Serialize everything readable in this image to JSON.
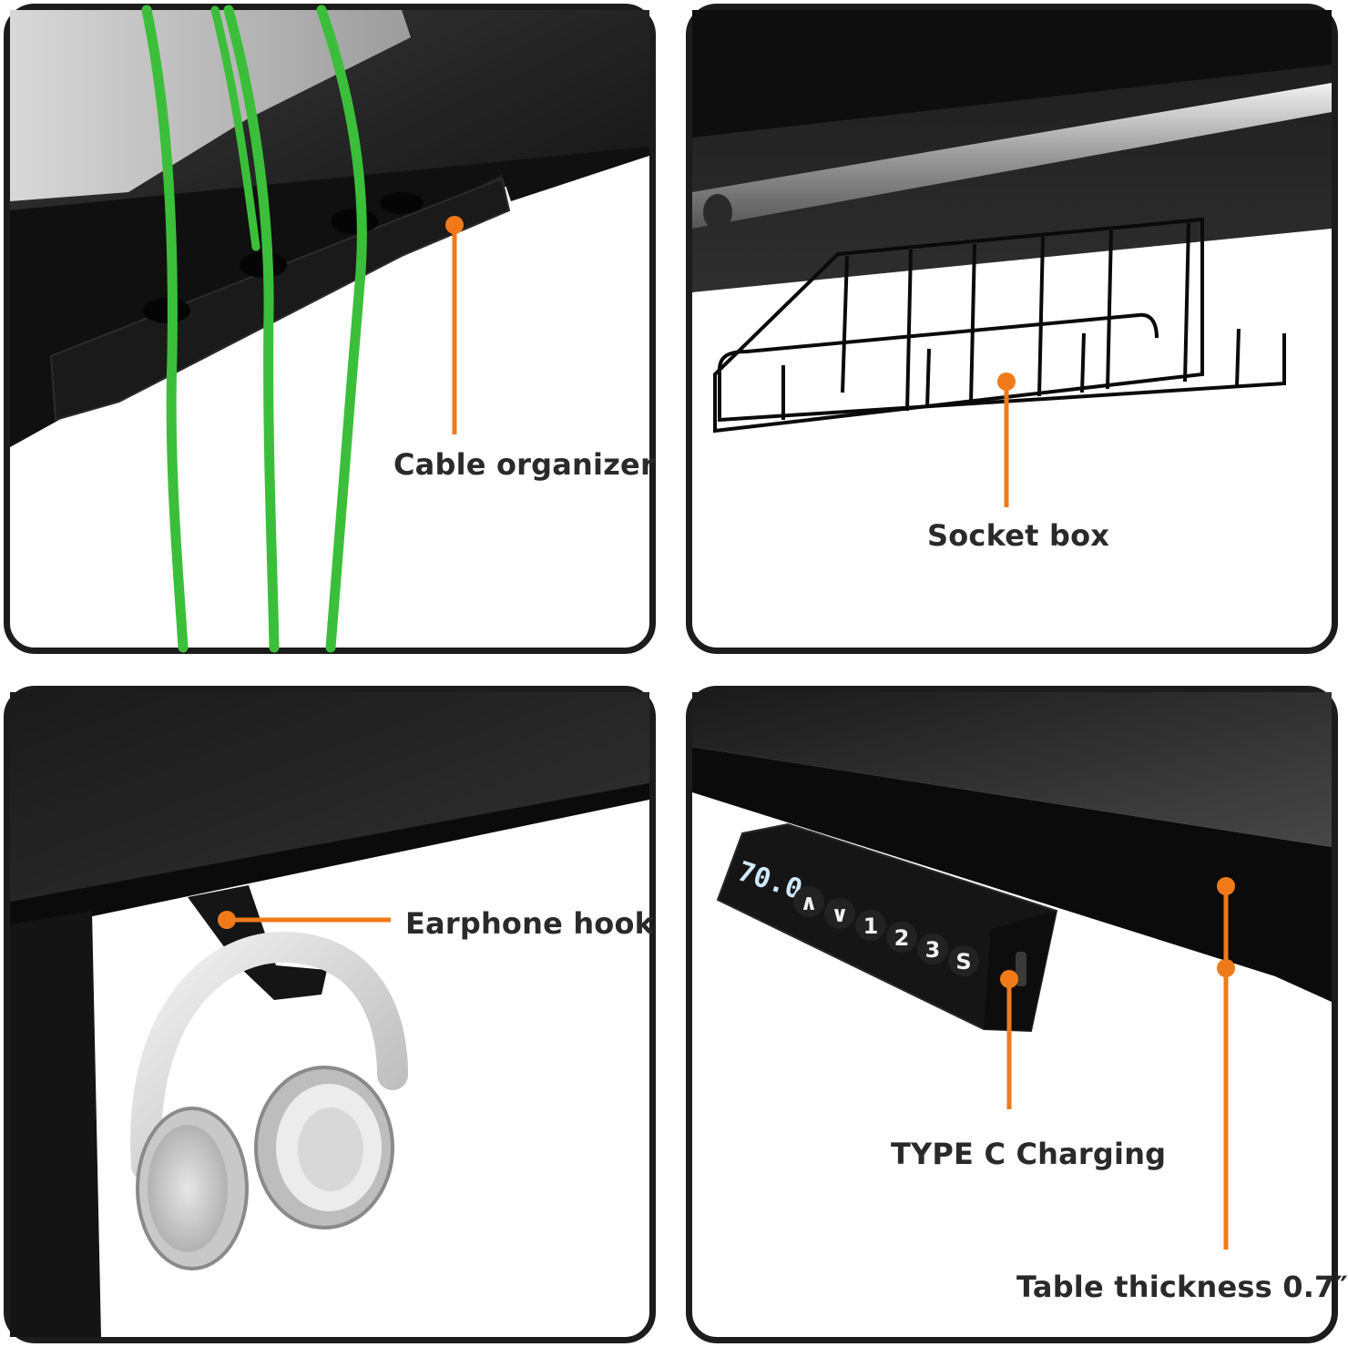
{
  "panels": [
    {
      "callout": "Cable organizer"
    },
    {
      "callout": "Socket box"
    },
    {
      "callout": "Earphone hook"
    },
    {
      "callout": "TYPE C Charging",
      "second_callout": "Table thickness 0.7″"
    }
  ],
  "control_panel": {
    "display": "70.0",
    "buttons": [
      "∧",
      "∨",
      "1",
      "2",
      "3",
      "S"
    ]
  },
  "colors": {
    "accent": "#f07a1a",
    "cable": "#3bbf3a",
    "desk": "#121212",
    "frame": "#1c1c1c"
  }
}
